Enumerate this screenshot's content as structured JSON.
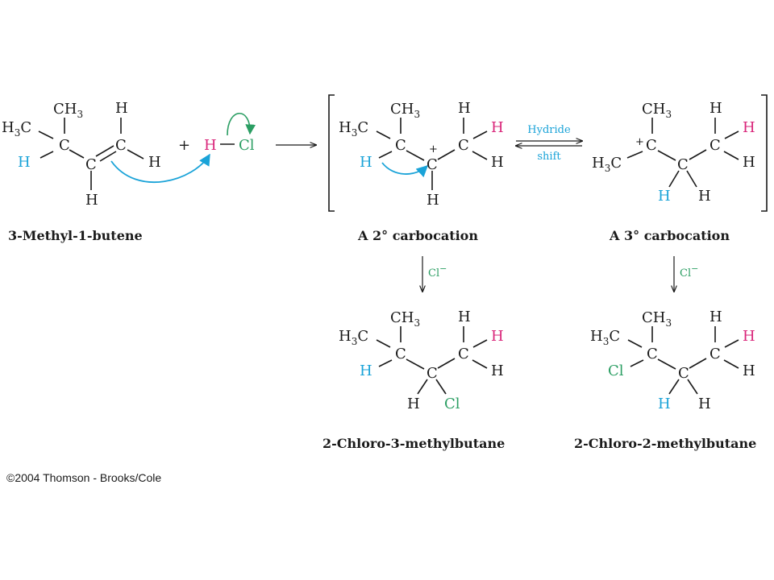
{
  "atoms": {
    "H": "H",
    "C": "C",
    "Cl": "Cl",
    "CH3": "CH",
    "H3C_H": "H",
    "three": "3",
    "plus": "+",
    "charge_plus": "+"
  },
  "reagent": {
    "nucleophile": "Cl",
    "charge": "−"
  },
  "equilibrium": {
    "top": "Hydride",
    "bottom": "shift"
  },
  "labels": {
    "reactant": "3-Methyl-1-butene",
    "secondary": "A 2° carbocation",
    "tertiary": "A 3° carbocation",
    "product_a": "2-Chloro-3-methylbutane",
    "product_b": "2-Chloro-2-methylbutane"
  },
  "copyright": "©2004 Thomson - Brooks/Cole",
  "colors": {
    "migrating_hydrogen": "#1aa3d8",
    "added_proton": "#d9257a",
    "chlorine": "#2b9e63",
    "ink": "#1a1a1a"
  }
}
